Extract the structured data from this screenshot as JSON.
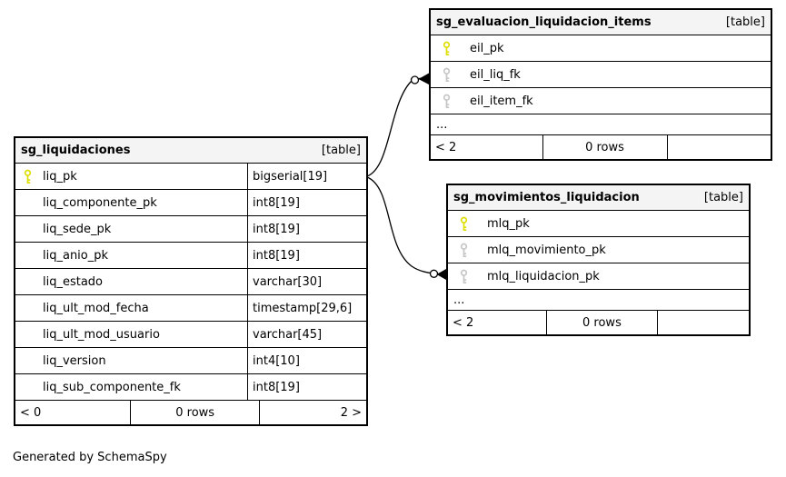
{
  "footer_note": "Generated by SchemaSpy",
  "colors": {
    "pk_key": "#dede00",
    "fk_key": "#c6c6c6",
    "header_bg": "#f4f4f4",
    "border": "#000000",
    "edge": "#000000"
  },
  "tables": {
    "liquidaciones": {
      "name": "sg_liquidaciones",
      "tag": "[table]",
      "columns": [
        {
          "name": "liq_pk",
          "type": "bigserial[19]",
          "key": "pk"
        },
        {
          "name": "liq_componente_pk",
          "type": "int8[19]",
          "key": ""
        },
        {
          "name": "liq_sede_pk",
          "type": "int8[19]",
          "key": ""
        },
        {
          "name": "liq_anio_pk",
          "type": "int8[19]",
          "key": ""
        },
        {
          "name": "liq_estado",
          "type": "varchar[30]",
          "key": ""
        },
        {
          "name": "liq_ult_mod_fecha",
          "type": "timestamp[29,6]",
          "key": ""
        },
        {
          "name": "liq_ult_mod_usuario",
          "type": "varchar[45]",
          "key": ""
        },
        {
          "name": "liq_version",
          "type": "int4[10]",
          "key": ""
        },
        {
          "name": "liq_sub_componente_fk",
          "type": "int8[19]",
          "key": ""
        }
      ],
      "footer": {
        "left": "< 0",
        "center": "0 rows",
        "right": "2 >"
      }
    },
    "evaluacion_items": {
      "name": "sg_evaluacion_liquidacion_items",
      "tag": "[table]",
      "columns": [
        {
          "name": "eil_pk",
          "key": "pk"
        },
        {
          "name": "eil_liq_fk",
          "key": "fk"
        },
        {
          "name": "eil_item_fk",
          "key": "fk"
        }
      ],
      "ellipsis": "...",
      "footer": {
        "left": "< 2",
        "center": "0 rows",
        "right": ""
      }
    },
    "movimientos": {
      "name": "sg_movimientos_liquidacion",
      "tag": "[table]",
      "columns": [
        {
          "name": "mlq_pk",
          "key": "pk"
        },
        {
          "name": "mlq_movimiento_pk",
          "key": "fk"
        },
        {
          "name": "mlq_liquidacion_pk",
          "key": "fk"
        }
      ],
      "ellipsis": "...",
      "footer": {
        "left": "< 2",
        "center": "0 rows",
        "right": ""
      }
    }
  },
  "relationships": [
    {
      "from": "sg_liquidaciones.liq_pk",
      "to": "sg_evaluacion_liquidacion_items.eil_liq_fk"
    },
    {
      "from": "sg_liquidaciones.liq_pk",
      "to": "sg_movimientos_liquidacion.mlq_liquidacion_pk"
    }
  ]
}
